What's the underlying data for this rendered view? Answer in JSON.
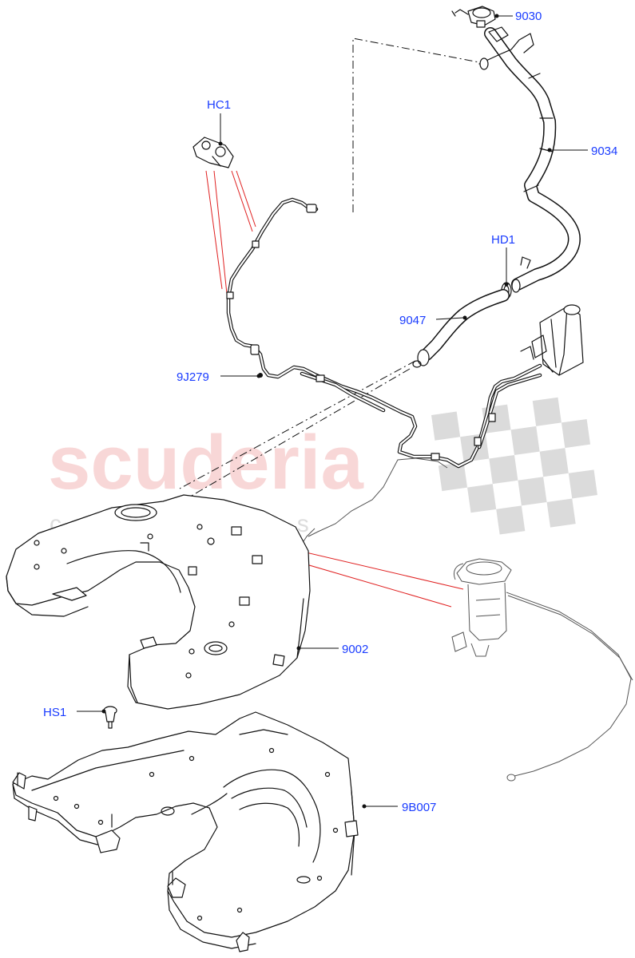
{
  "watermark": {
    "brand": "scuderia",
    "sub": "car parts"
  },
  "callouts": [
    {
      "id": "9030",
      "label": "9030"
    },
    {
      "id": "9034",
      "label": "9034"
    },
    {
      "id": "HC1",
      "label": "HC1"
    },
    {
      "id": "HD1",
      "label": "HD1"
    },
    {
      "id": "9047",
      "label": "9047"
    },
    {
      "id": "9J279",
      "label": "9J279"
    },
    {
      "id": "9002",
      "label": "9002"
    },
    {
      "id": "HS1",
      "label": "HS1"
    },
    {
      "id": "9B007",
      "label": "9B007"
    }
  ],
  "colors": {
    "callout_text": "#1a3cff",
    "leader_red": "#e02020",
    "watermark_red": "#f4b7b7",
    "line_art": "#111111"
  }
}
